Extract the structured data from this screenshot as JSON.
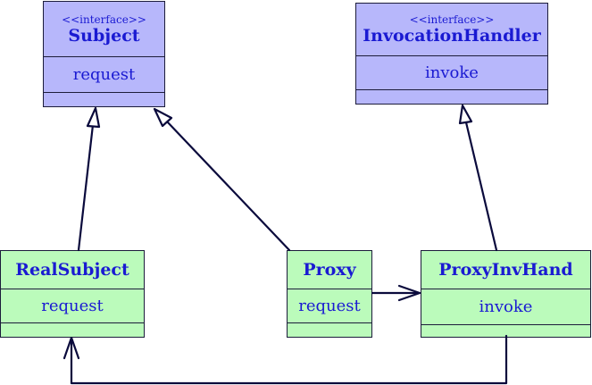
{
  "diagram": {
    "classes": {
      "subject": {
        "stereotype": "<<interface>>",
        "name": "Subject",
        "method": "request"
      },
      "invocation_handler": {
        "stereotype": "<<interface>>",
        "name": "InvocationHandler",
        "method": "invoke"
      },
      "real_subject": {
        "name": "RealSubject",
        "method": "request"
      },
      "proxy": {
        "name": "Proxy",
        "method": "request"
      },
      "proxy_inv_hand": {
        "name": "ProxyInvHand",
        "method": "invoke"
      }
    },
    "colors": {
      "interface_fill": "#b7b7fb",
      "class_fill": "#bbfbbb",
      "text": "#1a1ad2",
      "line": "#0a0a3c"
    }
  }
}
